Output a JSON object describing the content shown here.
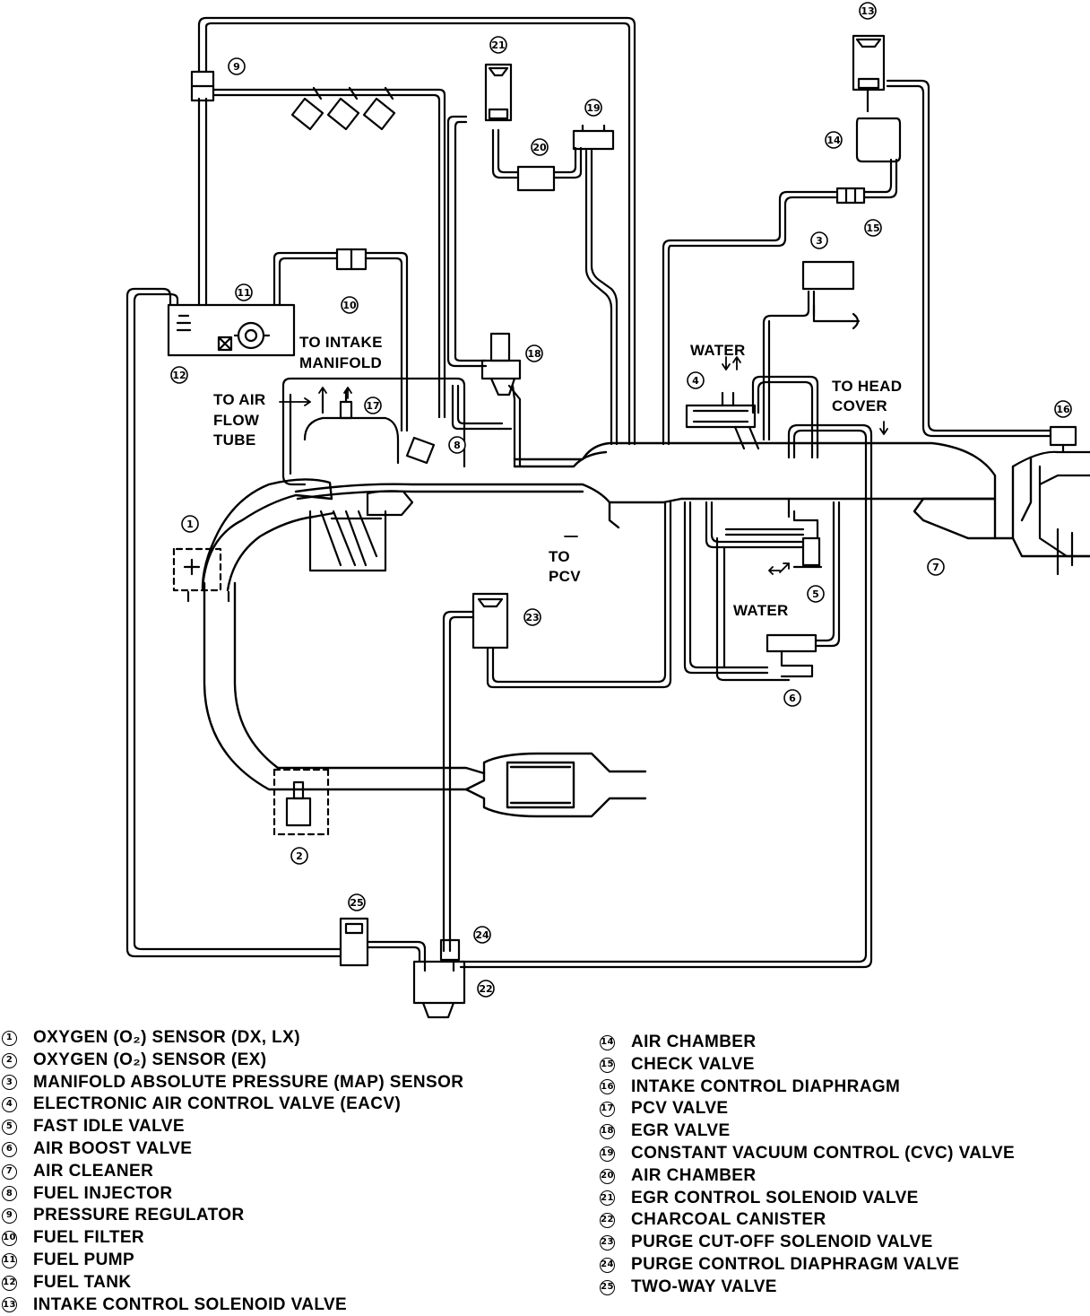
{
  "diagram": {
    "labels": {
      "to_intake_line1": "TO INTAKE",
      "to_intake_line2": "MANIFOLD",
      "to_air_line1": "TO AIR",
      "to_air_line2": "FLOW",
      "to_air_line3": "TUBE",
      "water_top": "WATER",
      "water_bottom": "WATER",
      "to_head_line1": "TO HEAD",
      "to_head_line2": "COVER",
      "to_pcv_line1": "TO",
      "to_pcv_line2": "PCV"
    },
    "callouts": [
      "1",
      "2",
      "3",
      "4",
      "5",
      "6",
      "7",
      "8",
      "9",
      "10",
      "11",
      "12",
      "13",
      "14",
      "15",
      "16",
      "17",
      "18",
      "19",
      "20",
      "21",
      "22",
      "23",
      "24",
      "25"
    ]
  },
  "legend": {
    "left": [
      {
        "num": "1",
        "text": "OXYGEN (O₂) SENSOR (DX, LX)"
      },
      {
        "num": "2",
        "text": "OXYGEN (O₂) SENSOR (EX)"
      },
      {
        "num": "3",
        "text": "MANIFOLD ABSOLUTE PRESSURE (MAP) SENSOR"
      },
      {
        "num": "4",
        "text": "ELECTRONIC AIR CONTROL VALVE (EACV)"
      },
      {
        "num": "5",
        "text": "FAST IDLE VALVE"
      },
      {
        "num": "6",
        "text": "AIR BOOST VALVE"
      },
      {
        "num": "7",
        "text": "AIR CLEANER"
      },
      {
        "num": "8",
        "text": "FUEL INJECTOR"
      },
      {
        "num": "9",
        "text": "PRESSURE REGULATOR"
      },
      {
        "num": "10",
        "text": "FUEL FILTER"
      },
      {
        "num": "11",
        "text": "FUEL PUMP"
      },
      {
        "num": "12",
        "text": "FUEL TANK"
      },
      {
        "num": "13",
        "text": "INTAKE CONTROL SOLENOID VALVE"
      }
    ],
    "right": [
      {
        "num": "14",
        "text": "AIR CHAMBER"
      },
      {
        "num": "15",
        "text": "CHECK VALVE"
      },
      {
        "num": "16",
        "text": "INTAKE CONTROL DIAPHRAGM"
      },
      {
        "num": "17",
        "text": "PCV VALVE"
      },
      {
        "num": "18",
        "text": "EGR VALVE"
      },
      {
        "num": "19",
        "text": "CONSTANT VACUUM CONTROL (CVC) VALVE"
      },
      {
        "num": "20",
        "text": "AIR CHAMBER"
      },
      {
        "num": "21",
        "text": "EGR CONTROL SOLENOID VALVE"
      },
      {
        "num": "22",
        "text": "CHARCOAL CANISTER"
      },
      {
        "num": "23",
        "text": "PURGE CUT-OFF SOLENOID VALVE"
      },
      {
        "num": "24",
        "text": "PURGE CONTROL DIAPHRAGM VALVE"
      },
      {
        "num": "25",
        "text": "TWO-WAY VALVE"
      }
    ]
  }
}
